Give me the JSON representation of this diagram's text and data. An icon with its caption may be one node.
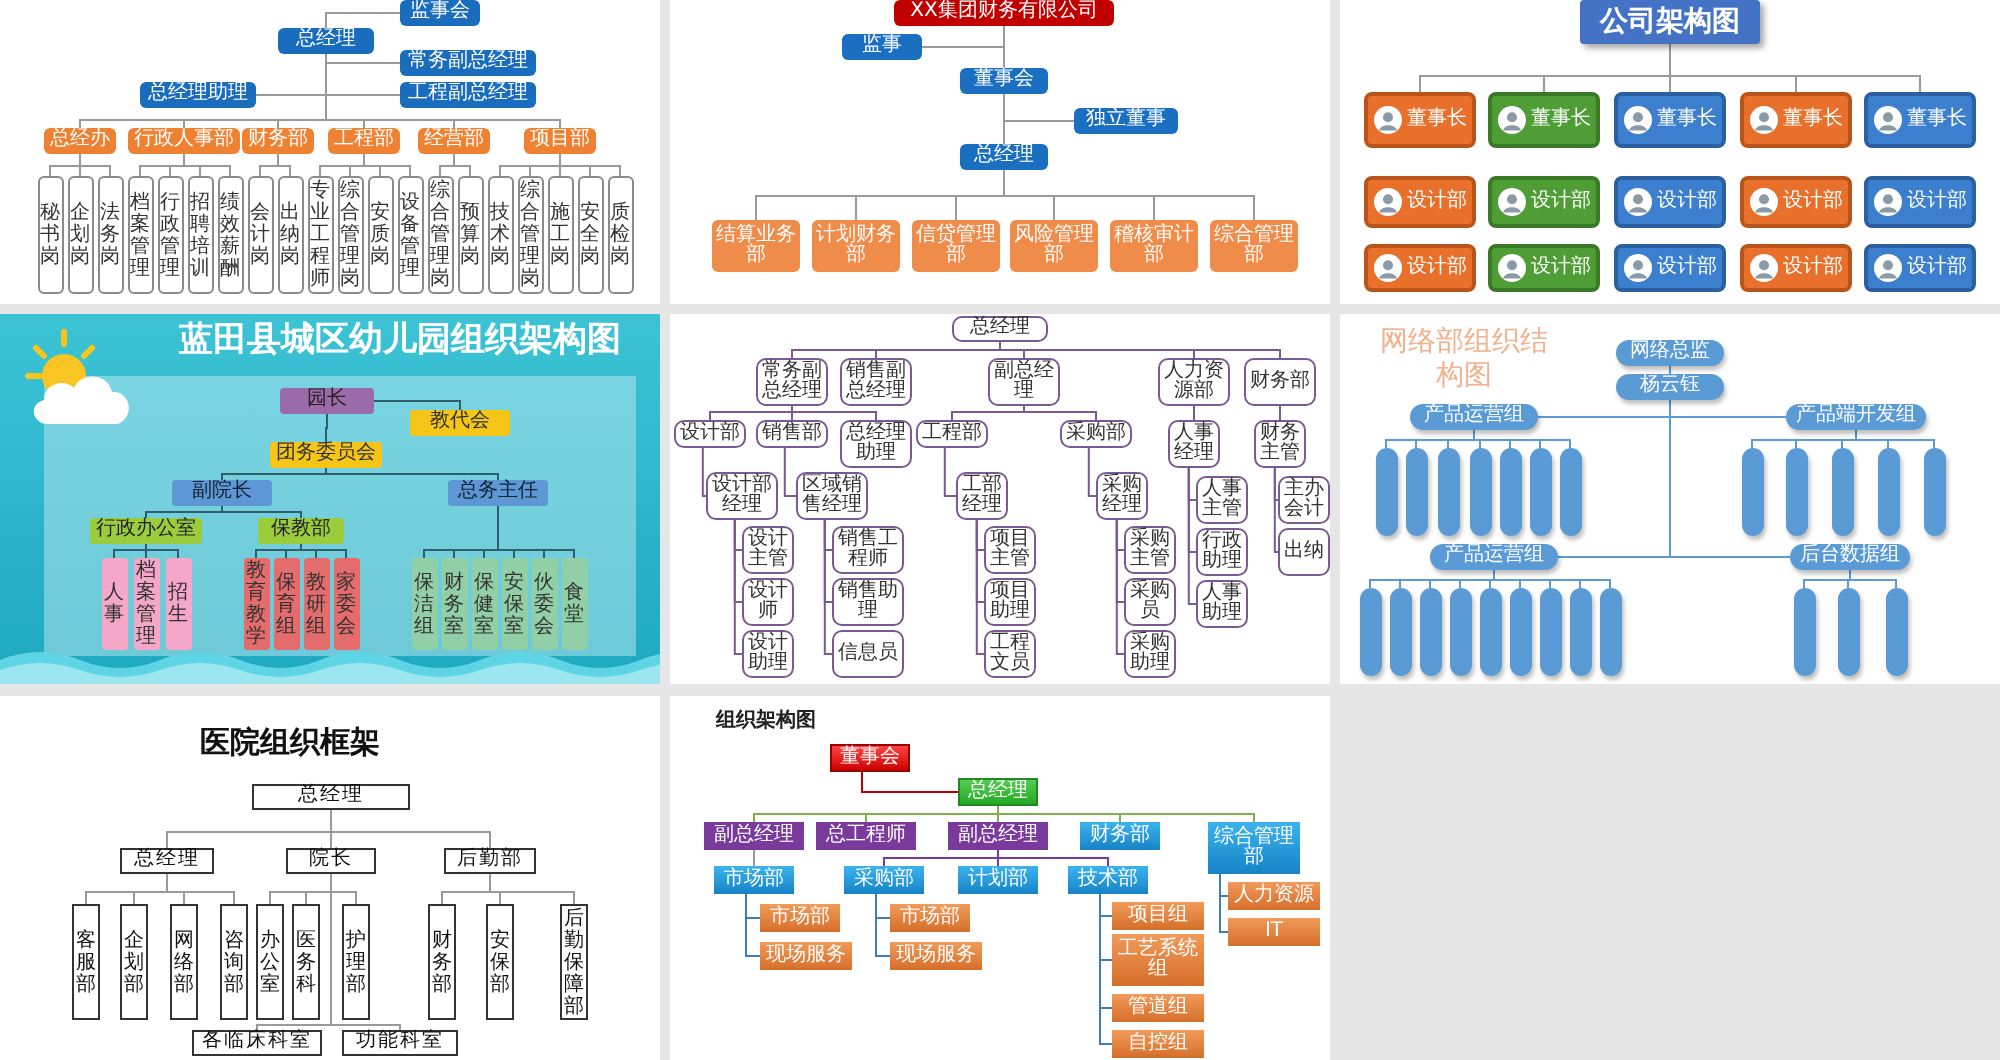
{
  "diagram": {
    "nodes": [
      {
        "text": [
          "监事会"
        ]
      },
      {
        "text": [
          "总经理"
        ]
      },
      {
        "text": [
          "常务副总经理"
        ]
      },
      {
        "text": [
          "总经理助理"
        ]
      },
      {
        "text": [
          "工程副总经理"
        ]
      },
      {
        "text": [
          "总经办"
        ]
      },
      {
        "text": [
          "行政人事部"
        ]
      },
      {
        "text": [
          "财务部"
        ]
      },
      {
        "text": [
          "工程部"
        ]
      },
      {
        "text": [
          "经营部"
        ]
      },
      {
        "text": [
          "项目部"
        ]
      },
      {
        "text": [
          "秘书岗"
        ]
      },
      {
        "text": [
          "企划岗"
        ]
      },
      {
        "text": [
          "法务岗"
        ]
      },
      {
        "text": [
          "档案管理"
        ]
      },
      {
        "text": [
          "行政管理"
        ]
      },
      {
        "text": [
          "招聘培训"
        ]
      },
      {
        "text": [
          "绩效薪酬"
        ]
      },
      {
        "text": [
          "会计岗"
        ]
      },
      {
        "text": [
          "出纳岗"
        ]
      },
      {
        "text": [
          "专业工程师"
        ]
      },
      {
        "text": [
          "综合管理岗"
        ]
      },
      {
        "text": [
          "安质岗"
        ]
      },
      {
        "text": [
          "设备管理"
        ]
      },
      {
        "text": [
          "综合管理岗"
        ]
      },
      {
        "text": [
          "预算岗"
        ]
      },
      {
        "text": [
          "技术岗"
        ]
      },
      {
        "text": [
          "综合管理岗"
        ]
      },
      {
        "text": [
          "施工岗"
        ]
      },
      {
        "text": [
          "安全岗"
        ]
      },
      {
        "text": [
          "质检岗"
        ]
      },
      {
        "text": [
          "XX集团财务有限公司"
        ]
      },
      {
        "text": [
          "监事"
        ]
      },
      {
        "text": [
          "董事会"
        ]
      },
      {
        "text": [
          "独立董事"
        ]
      },
      {
        "text": [
          "总经理"
        ]
      },
      {
        "text": [
          "结算业务部"
        ]
      },
      {
        "text": [
          "计划财务部"
        ]
      },
      {
        "text": [
          "信贷管理部"
        ]
      },
      {
        "text": [
          "风险管理部"
        ]
      },
      {
        "text": [
          "稽核审计部"
        ]
      },
      {
        "text": [
          "综合管理部"
        ]
      },
      {
        "text": [
          "公司架构图"
        ]
      },
      {
        "text": [
          "董事长"
        ]
      },
      {
        "text": [
          "董事长"
        ]
      },
      {
        "text": [
          "董事长"
        ]
      },
      {
        "text": [
          "董事长"
        ]
      },
      {
        "text": [
          "董事长"
        ]
      },
      {
        "text": [
          "设计部"
        ]
      },
      {
        "text": [
          "设计部"
        ]
      },
      {
        "text": [
          "设计部"
        ]
      },
      {
        "text": [
          "设计部"
        ]
      },
      {
        "text": [
          "设计部"
        ]
      },
      {
        "text": [
          "设计部"
        ]
      },
      {
        "text": [
          "设计部"
        ]
      },
      {
        "text": [
          "设计部"
        ]
      },
      {
        "text": [
          "设计部"
        ]
      },
      {
        "text": [
          "设计部"
        ]
      },
      {
        "text": [
          "园长"
        ]
      },
      {
        "text": [
          "教代会"
        ]
      },
      {
        "text": [
          "团务委员会"
        ]
      },
      {
        "text": [
          "副院长"
        ]
      },
      {
        "text": [
          "总务主任"
        ]
      },
      {
        "text": [
          "行政办公室"
        ]
      },
      {
        "text": [
          "保教部"
        ]
      },
      {
        "text": [
          "人事"
        ]
      },
      {
        "text": [
          "档案管理"
        ]
      },
      {
        "text": [
          "招生"
        ]
      },
      {
        "text": [
          "教育教学"
        ]
      },
      {
        "text": [
          "保育组"
        ]
      },
      {
        "text": [
          "教研组"
        ]
      },
      {
        "text": [
          "家委会"
        ]
      },
      {
        "text": [
          "保洁组"
        ]
      },
      {
        "text": [
          "财务室"
        ]
      },
      {
        "text": [
          "保健室"
        ]
      },
      {
        "text": [
          "安保室"
        ]
      },
      {
        "text": [
          "伙委会"
        ]
      },
      {
        "text": [
          "食堂"
        ]
      },
      {
        "text": [
          "总经理"
        ]
      },
      {
        "text": [
          "常务副总经理"
        ]
      },
      {
        "text": [
          "销售副总经理"
        ]
      },
      {
        "text": [
          "副总经理"
        ]
      },
      {
        "text": [
          "人力资源部"
        ]
      },
      {
        "text": [
          "财务部"
        ]
      },
      {
        "text": [
          "设计部"
        ]
      },
      {
        "text": [
          "销售部"
        ]
      },
      {
        "text": [
          "总经理助理"
        ]
      },
      {
        "text": [
          "工程部"
        ]
      },
      {
        "text": [
          "采购部"
        ]
      },
      {
        "text": [
          "人事经理"
        ]
      },
      {
        "text": [
          "财务主管"
        ]
      },
      {
        "text": [
          "设计部经理"
        ]
      },
      {
        "text": [
          "区域销售经理"
        ]
      },
      {
        "text": [
          "工部经理"
        ]
      },
      {
        "text": [
          "采购经理"
        ]
      },
      {
        "text": [
          "设计主管"
        ]
      },
      {
        "text": [
          "设计师"
        ]
      },
      {
        "text": [
          "设计助理"
        ]
      },
      {
        "text": [
          "销售工程师"
        ]
      },
      {
        "text": [
          "销售助理"
        ]
      },
      {
        "text": [
          "信息员"
        ]
      },
      {
        "text": [
          "项目主管"
        ]
      },
      {
        "text": [
          "项目助理"
        ]
      },
      {
        "text": [
          "工程文员"
        ]
      },
      {
        "text": [
          "采购主管"
        ]
      },
      {
        "text": [
          "采购员"
        ]
      },
      {
        "text": [
          "采购助理"
        ]
      },
      {
        "text": [
          "人事主管"
        ]
      },
      {
        "text": [
          "行政助理"
        ]
      },
      {
        "text": [
          "人事助理"
        ]
      },
      {
        "text": [
          "主办会计"
        ]
      },
      {
        "text": [
          "出纳"
        ]
      },
      {
        "text": [
          "网络总监"
        ]
      },
      {
        "text": [
          "杨云钰"
        ]
      },
      {
        "text": [
          "产品运营组"
        ]
      },
      {
        "text": [
          "产品端开发组"
        ]
      },
      {
        "text": [],
        "shape": "bar"
      },
      {
        "text": [],
        "shape": "bar"
      },
      {
        "text": [],
        "shape": "bar"
      },
      {
        "text": [],
        "shape": "bar"
      },
      {
        "text": [],
        "shape": "bar"
      },
      {
        "text": [],
        "shape": "bar"
      },
      {
        "text": [],
        "shape": "bar"
      },
      {
        "text": [],
        "shape": "bar"
      },
      {
        "text": [],
        "shape": "bar"
      },
      {
        "text": [],
        "shape": "bar"
      },
      {
        "text": [],
        "shape": "bar"
      },
      {
        "text": [],
        "shape": "bar"
      },
      {
        "text": [
          "产品运营组"
        ]
      },
      {
        "text": [
          "后台数据组"
        ]
      },
      {
        "text": [],
        "shape": "bar"
      },
      {
        "text": [],
        "shape": "bar"
      },
      {
        "text": [],
        "shape": "bar"
      },
      {
        "text": [],
        "shape": "bar"
      },
      {
        "text": [],
        "shape": "bar"
      },
      {
        "text": [],
        "shape": "bar"
      },
      {
        "text": [],
        "shape": "bar"
      },
      {
        "text": [],
        "shape": "bar"
      },
      {
        "text": [],
        "shape": "bar"
      },
      {
        "text": [],
        "shape": "bar"
      },
      {
        "text": [],
        "shape": "bar"
      },
      {
        "text": [],
        "shape": "bar"
      },
      {
        "text": [
          "总经理"
        ]
      },
      {
        "text": [
          "总经理"
        ]
      },
      {
        "text": [
          "院长"
        ]
      },
      {
        "text": [
          "后勤部"
        ]
      },
      {
        "text": [
          "客服部"
        ]
      },
      {
        "text": [
          "企划部"
        ]
      },
      {
        "text": [
          "网络部"
        ]
      },
      {
        "text": [
          "咨询部"
        ]
      },
      {
        "text": [
          "办公室"
        ]
      },
      {
        "text": [
          "医务科"
        ]
      },
      {
        "text": [
          "护理部"
        ]
      },
      {
        "text": [
          "财务部"
        ]
      },
      {
        "text": [
          "安保部"
        ]
      },
      {
        "text": [
          "后勤保障部"
        ]
      },
      {
        "text": [
          "各临床科室"
        ]
      },
      {
        "text": [
          "功能科室"
        ]
      },
      {
        "text": [
          "董事会"
        ]
      },
      {
        "text": [
          "总经理"
        ]
      },
      {
        "text": [
          "副总经理"
        ]
      },
      {
        "text": [
          "总工程师"
        ]
      },
      {
        "text": [
          "副总经理"
        ]
      },
      {
        "text": [
          "财务部"
        ]
      },
      {
        "text": [
          "综合管理部"
        ]
      },
      {
        "text": [
          "市场部"
        ]
      },
      {
        "text": [
          "采购部"
        ]
      },
      {
        "text": [
          "计划部"
        ]
      },
      {
        "text": [
          "技术部"
        ]
      },
      {
        "text": [
          "市场部"
        ]
      },
      {
        "text": [
          "现场服务"
        ]
      },
      {
        "text": [
          "市场部"
        ]
      },
      {
        "text": [
          "现场服务"
        ]
      },
      {
        "text": [
          "项目组"
        ]
      },
      {
        "text": [
          "工艺系统组"
        ]
      },
      {
        "text": [
          "管道组"
        ]
      },
      {
        "text": [
          "自控组"
        ]
      },
      {
        "text": [
          "人力资源"
        ]
      },
      {
        "text": [
          "IT"
        ]
      }
    ],
    "edges": [
      {
        "from": 1,
        "to": 0,
        "arrow": "none"
      },
      {
        "from": 1,
        "to": 2,
        "arrow": "none"
      },
      {
        "from": 1,
        "to": 4,
        "arrow": "none"
      },
      {
        "from": 1,
        "to": 3,
        "arrow": "none"
      },
      {
        "from": 1,
        "to": 5,
        "arrow": "none"
      },
      {
        "from": 1,
        "to": 6,
        "arrow": "none"
      },
      {
        "from": 1,
        "to": 7,
        "arrow": "none"
      },
      {
        "from": 1,
        "to": 8,
        "arrow": "none"
      },
      {
        "from": 1,
        "to": 9,
        "arrow": "none"
      },
      {
        "from": 1,
        "to": 10,
        "arrow": "none"
      },
      {
        "from": 5,
        "to": 11,
        "arrow": "none"
      },
      {
        "from": 5,
        "to": 12,
        "arrow": "none"
      },
      {
        "from": 5,
        "to": 13,
        "arrow": "none"
      },
      {
        "from": 6,
        "to": 14,
        "arrow": "none"
      },
      {
        "from": 6,
        "to": 15,
        "arrow": "none"
      },
      {
        "from": 6,
        "to": 16,
        "arrow": "none"
      },
      {
        "from": 6,
        "to": 17,
        "arrow": "none"
      },
      {
        "from": 7,
        "to": 18,
        "arrow": "none"
      },
      {
        "from": 7,
        "to": 19,
        "arrow": "none"
      },
      {
        "from": 8,
        "to": 20,
        "arrow": "none"
      },
      {
        "from": 8,
        "to": 21,
        "arrow": "none"
      },
      {
        "from": 8,
        "to": 22,
        "arrow": "none"
      },
      {
        "from": 8,
        "to": 23,
        "arrow": "none"
      },
      {
        "from": 9,
        "to": 24,
        "arrow": "none"
      },
      {
        "from": 9,
        "to": 25,
        "arrow": "none"
      },
      {
        "from": 10,
        "to": 26,
        "arrow": "none"
      },
      {
        "from": 10,
        "to": 27,
        "arrow": "none"
      },
      {
        "from": 10,
        "to": 28,
        "arrow": "none"
      },
      {
        "from": 10,
        "to": 29,
        "arrow": "none"
      },
      {
        "from": 10,
        "to": 30,
        "arrow": "none"
      },
      {
        "from": 31,
        "to": 32,
        "arrow": "none"
      },
      {
        "from": 31,
        "to": 33,
        "arrow": "none"
      },
      {
        "from": 33,
        "to": 34,
        "arrow": "none"
      },
      {
        "from": 33,
        "to": 35,
        "arrow": "none"
      },
      {
        "from": 35,
        "to": 36,
        "arrow": "none"
      },
      {
        "from": 35,
        "to": 37,
        "arrow": "none"
      },
      {
        "from": 35,
        "to": 38,
        "arrow": "none"
      },
      {
        "from": 35,
        "to": 39,
        "arrow": "none"
      },
      {
        "from": 35,
        "to": 40,
        "arrow": "none"
      },
      {
        "from": 35,
        "to": 41,
        "arrow": "none"
      },
      {
        "from": 42,
        "to": 43,
        "arrow": "none"
      },
      {
        "from": 42,
        "to": 44,
        "arrow": "none"
      },
      {
        "from": 42,
        "to": 45,
        "arrow": "none"
      },
      {
        "from": 42,
        "to": 46,
        "arrow": "none"
      },
      {
        "from": 42,
        "to": 47,
        "arrow": "none"
      },
      {
        "from": 58,
        "to": 59,
        "arrow": "none",
        "color": "#2f5f6d"
      },
      {
        "from": 58,
        "to": 60,
        "arrow": "none",
        "color": "#2f5f6d"
      },
      {
        "from": 60,
        "to": 61,
        "arrow": "none",
        "color": "#2f5f6d"
      },
      {
        "from": 60,
        "to": 62,
        "arrow": "none",
        "color": "#2f5f6d"
      },
      {
        "from": 61,
        "to": 63,
        "arrow": "none",
        "color": "#2f5f6d"
      },
      {
        "from": 61,
        "to": 64,
        "arrow": "none",
        "color": "#2f5f6d"
      },
      {
        "from": 63,
        "to": 65,
        "arrow": "none",
        "color": "#2f5f6d"
      },
      {
        "from": 63,
        "to": 66,
        "arrow": "none",
        "color": "#2f5f6d"
      },
      {
        "from": 63,
        "to": 67,
        "arrow": "none",
        "color": "#2f5f6d"
      },
      {
        "from": 64,
        "to": 68,
        "arrow": "none",
        "color": "#2f5f6d"
      },
      {
        "from": 64,
        "to": 69,
        "arrow": "none",
        "color": "#2f5f6d"
      },
      {
        "from": 64,
        "to": 70,
        "arrow": "none",
        "color": "#2f5f6d"
      },
      {
        "from": 64,
        "to": 71,
        "arrow": "none",
        "color": "#2f5f6d"
      },
      {
        "from": 62,
        "to": 72,
        "arrow": "none",
        "color": "#2f5f6d"
      },
      {
        "from": 62,
        "to": 73,
        "arrow": "none",
        "color": "#2f5f6d"
      },
      {
        "from": 62,
        "to": 74,
        "arrow": "none",
        "color": "#2f5f6d"
      },
      {
        "from": 62,
        "to": 75,
        "arrow": "none",
        "color": "#2f5f6d"
      },
      {
        "from": 62,
        "to": 76,
        "arrow": "none",
        "color": "#2f5f6d"
      },
      {
        "from": 62,
        "to": 77,
        "arrow": "none",
        "color": "#2f5f6d"
      },
      {
        "from": 78,
        "to": 79,
        "arrow": "none",
        "color": "#7b5a94"
      },
      {
        "from": 78,
        "to": 80,
        "arrow": "none",
        "color": "#7b5a94"
      },
      {
        "from": 78,
        "to": 81,
        "arrow": "none",
        "color": "#7b5a94"
      },
      {
        "from": 78,
        "to": 82,
        "arrow": "none",
        "color": "#7b5a94"
      },
      {
        "from": 78,
        "to": 83,
        "arrow": "none",
        "color": "#7b5a94"
      },
      {
        "from": 79,
        "to": 84,
        "arrow": "none",
        "color": "#7b5a94"
      },
      {
        "from": 79,
        "to": 85,
        "arrow": "none",
        "color": "#7b5a94"
      },
      {
        "from": 79,
        "to": 86,
        "arrow": "none",
        "color": "#7b5a94"
      },
      {
        "from": 81,
        "to": 87,
        "arrow": "none",
        "color": "#7b5a94"
      },
      {
        "from": 81,
        "to": 88,
        "arrow": "none",
        "color": "#7b5a94"
      },
      {
        "from": 82,
        "to": 89,
        "arrow": "none",
        "color": "#7b5a94"
      },
      {
        "from": 83,
        "to": 90,
        "arrow": "none",
        "color": "#7b5a94"
      },
      {
        "from": 84,
        "to": 91,
        "arrow": "none",
        "color": "#7b5a94"
      },
      {
        "from": 85,
        "to": 92,
        "arrow": "none",
        "color": "#7b5a94"
      },
      {
        "from": 87,
        "to": 93,
        "arrow": "none",
        "color": "#7b5a94"
      },
      {
        "from": 88,
        "to": 94,
        "arrow": "none",
        "color": "#7b5a94"
      },
      {
        "from": 91,
        "to": 95,
        "arrow": "none",
        "color": "#7b5a94"
      },
      {
        "from": 91,
        "to": 96,
        "arrow": "none",
        "color": "#7b5a94"
      },
      {
        "from": 91,
        "to": 97,
        "arrow": "none",
        "color": "#7b5a94"
      },
      {
        "from": 92,
        "to": 98,
        "arrow": "none",
        "color": "#7b5a94"
      },
      {
        "from": 92,
        "to": 99,
        "arrow": "none",
        "color": "#7b5a94"
      },
      {
        "from": 92,
        "to": 100,
        "arrow": "none",
        "color": "#7b5a94"
      },
      {
        "from": 93,
        "to": 101,
        "arrow": "none",
        "color": "#7b5a94"
      },
      {
        "from": 93,
        "to": 102,
        "arrow": "none",
        "color": "#7b5a94"
      },
      {
        "from": 93,
        "to": 103,
        "arrow": "none",
        "color": "#7b5a94"
      },
      {
        "from": 94,
        "to": 104,
        "arrow": "none",
        "color": "#7b5a94"
      },
      {
        "from": 94,
        "to": 105,
        "arrow": "none",
        "color": "#7b5a94"
      },
      {
        "from": 94,
        "to": 106,
        "arrow": "none",
        "color": "#7b5a94"
      },
      {
        "from": 89,
        "to": 107,
        "arrow": "none",
        "color": "#7b5a94"
      },
      {
        "from": 89,
        "to": 108,
        "arrow": "none",
        "color": "#7b5a94"
      },
      {
        "from": 89,
        "to": 109,
        "arrow": "none",
        "color": "#7b5a94"
      },
      {
        "from": 90,
        "to": 110,
        "arrow": "none",
        "color": "#7b5a94"
      },
      {
        "from": 90,
        "to": 111,
        "arrow": "none",
        "color": "#7b5a94"
      },
      {
        "from": 112,
        "to": 113,
        "arrow": "none",
        "color": "#5b9bd5"
      },
      {
        "from": 113,
        "to": 114,
        "arrow": "none",
        "color": "#5b9bd5"
      },
      {
        "from": 113,
        "to": 115,
        "arrow": "none",
        "color": "#5b9bd5"
      },
      {
        "from": 113,
        "to": 128,
        "arrow": "none",
        "color": "#5b9bd5"
      },
      {
        "from": 113,
        "to": 129,
        "arrow": "none",
        "color": "#5b9bd5"
      },
      {
        "from": 114,
        "to": 116,
        "arrow": "none",
        "color": "#5b9bd5"
      },
      {
        "from": 114,
        "to": 117,
        "arrow": "none",
        "color": "#5b9bd5"
      },
      {
        "from": 114,
        "to": 118,
        "arrow": "none",
        "color": "#5b9bd5"
      },
      {
        "from": 114,
        "to": 119,
        "arrow": "none",
        "color": "#5b9bd5"
      },
      {
        "from": 114,
        "to": 120,
        "arrow": "none",
        "color": "#5b9bd5"
      },
      {
        "from": 114,
        "to": 121,
        "arrow": "none",
        "color": "#5b9bd5"
      },
      {
        "from": 114,
        "to": 122,
        "arrow": "none",
        "color": "#5b9bd5"
      },
      {
        "from": 115,
        "to": 123,
        "arrow": "none",
        "color": "#5b9bd5"
      },
      {
        "from": 115,
        "to": 124,
        "arrow": "none",
        "color": "#5b9bd5"
      },
      {
        "from": 115,
        "to": 125,
        "arrow": "none",
        "color": "#5b9bd5"
      },
      {
        "from": 115,
        "to": 126,
        "arrow": "none",
        "color": "#5b9bd5"
      },
      {
        "from": 115,
        "to": 127,
        "arrow": "none",
        "color": "#5b9bd5"
      },
      {
        "from": 128,
        "to": 130,
        "arrow": "none",
        "color": "#5b9bd5"
      },
      {
        "from": 128,
        "to": 131,
        "arrow": "none",
        "color": "#5b9bd5"
      },
      {
        "from": 128,
        "to": 132,
        "arrow": "none",
        "color": "#5b9bd5"
      },
      {
        "from": 128,
        "to": 133,
        "arrow": "none",
        "color": "#5b9bd5"
      },
      {
        "from": 128,
        "to": 134,
        "arrow": "none",
        "color": "#5b9bd5"
      },
      {
        "from": 128,
        "to": 135,
        "arrow": "none",
        "color": "#5b9bd5"
      },
      {
        "from": 128,
        "to": 136,
        "arrow": "none",
        "color": "#5b9bd5"
      },
      {
        "from": 128,
        "to": 137,
        "arrow": "none",
        "color": "#5b9bd5"
      },
      {
        "from": 128,
        "to": 138,
        "arrow": "none",
        "color": "#5b9bd5"
      },
      {
        "from": 129,
        "to": 139,
        "arrow": "none",
        "color": "#5b9bd5"
      },
      {
        "from": 129,
        "to": 140,
        "arrow": "none",
        "color": "#5b9bd5"
      },
      {
        "from": 129,
        "to": 141,
        "arrow": "none",
        "color": "#5b9bd5"
      },
      {
        "from": 142,
        "to": 143,
        "arrow": "none"
      },
      {
        "from": 142,
        "to": 144,
        "arrow": "none"
      },
      {
        "from": 142,
        "to": 145,
        "arrow": "none"
      },
      {
        "from": 143,
        "to": 146,
        "arrow": "none"
      },
      {
        "from": 143,
        "to": 147,
        "arrow": "none"
      },
      {
        "from": 143,
        "to": 148,
        "arrow": "none"
      },
      {
        "from": 143,
        "to": 149,
        "arrow": "none"
      },
      {
        "from": 144,
        "to": 150,
        "arrow": "none"
      },
      {
        "from": 144,
        "to": 151,
        "arrow": "none"
      },
      {
        "from": 144,
        "to": 152,
        "arrow": "none"
      },
      {
        "from": 144,
        "to": 156,
        "arrow": "none"
      },
      {
        "from": 144,
        "to": 157,
        "arrow": "none"
      },
      {
        "from": 145,
        "to": 153,
        "arrow": "none"
      },
      {
        "from": 145,
        "to": 154,
        "arrow": "none"
      },
      {
        "from": 145,
        "to": 155,
        "arrow": "none"
      },
      {
        "from": 158,
        "to": 159,
        "arrow": "none",
        "color": "#c00000"
      },
      {
        "from": 159,
        "to": 160,
        "arrow": "none",
        "color": "#7fb24a"
      },
      {
        "from": 159,
        "to": 161,
        "arrow": "none",
        "color": "#7fb24a"
      },
      {
        "from": 159,
        "to": 162,
        "arrow": "none",
        "color": "#7fb24a"
      },
      {
        "from": 159,
        "to": 163,
        "arrow": "none",
        "color": "#7fb24a"
      },
      {
        "from": 159,
        "to": 164,
        "arrow": "none",
        "color": "#7fb24a"
      },
      {
        "from": 160,
        "to": 165,
        "arrow": "none"
      },
      {
        "from": 162,
        "to": 166,
        "arrow": "none",
        "color": "#7a3a9c"
      },
      {
        "from": 162,
        "to": 167,
        "arrow": "none",
        "color": "#7a3a9c"
      },
      {
        "from": 162,
        "to": 168,
        "arrow": "none",
        "color": "#7a3a9c"
      },
      {
        "from": 165,
        "to": 169,
        "arrow": "none",
        "color": "#3f7fb5"
      },
      {
        "from": 165,
        "to": 170,
        "arrow": "none",
        "color": "#3f7fb5"
      },
      {
        "from": 166,
        "to": 171,
        "arrow": "none",
        "color": "#3f7fb5"
      },
      {
        "from": 166,
        "to": 172,
        "arrow": "none",
        "color": "#3f7fb5"
      },
      {
        "from": 168,
        "to": 173,
        "arrow": "none",
        "color": "#3f7fb5"
      },
      {
        "from": 168,
        "to": 174,
        "arrow": "none",
        "color": "#3f7fb5"
      },
      {
        "from": 168,
        "to": 175,
        "arrow": "none",
        "color": "#3f7fb5"
      },
      {
        "from": 168,
        "to": 176,
        "arrow": "none",
        "color": "#3f7fb5"
      },
      {
        "from": 164,
        "to": 177,
        "arrow": "none",
        "color": "#3f7fb5"
      },
      {
        "from": 164,
        "to": 178,
        "arrow": "none",
        "color": "#3f7fb5"
      }
    ],
    "labels": [
      "蓝田县城区幼儿园组织架构图",
      "网络部组织结构图",
      "医院组织框架",
      "组织架构图"
    ]
  }
}
